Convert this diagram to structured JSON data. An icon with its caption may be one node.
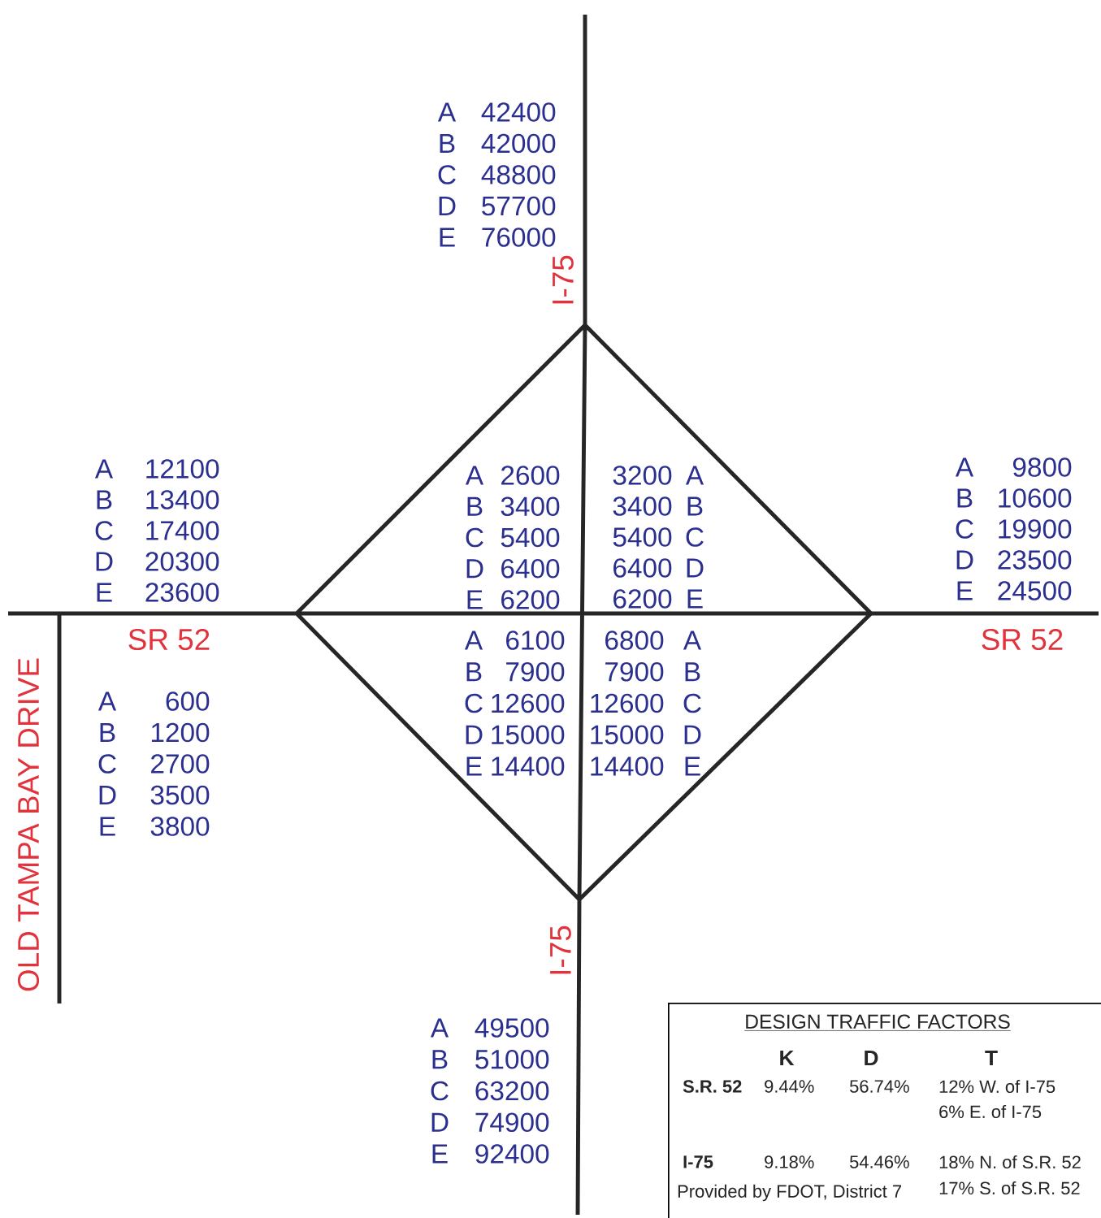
{
  "diagram": {
    "nodes": [
      {
        "text": [
          "DESIGN TRAFFIC FACTORS",
          "K",
          "D",
          "T",
          "S.R. 52",
          "9.44%",
          "56.74%",
          "12% W. of I-75",
          "6% E. of I-75",
          "I-75",
          "9.18%",
          "54.46%",
          "18% N. of S.R. 52",
          "Provided by FDOT, District 7",
          "17% S. of S.R. 52"
        ]
      }
    ],
    "edges": [],
    "labels": [
      "A",
      "42400",
      "B",
      "42000",
      "C",
      "48800",
      "D",
      "57700",
      "E",
      "76000",
      "I-75",
      "A",
      "12100",
      "B",
      "13400",
      "C",
      "17400",
      "D",
      "20300",
      "E",
      "23600",
      "A",
      "2600",
      "B",
      "3400",
      "C",
      "5400",
      "D",
      "6400",
      "E",
      "6200",
      "3200",
      "A",
      "3400",
      "B",
      "5400",
      "C",
      "6400",
      "D",
      "6200",
      "E",
      "A",
      "9800",
      "B",
      "10600",
      "C",
      "19900",
      "D",
      "23500",
      "E",
      "24500",
      "SR 52",
      "A",
      "6100",
      "B",
      "7900",
      "C",
      "12600",
      "D",
      "15000",
      "E",
      "14400",
      "6800",
      "A",
      "7900",
      "B",
      "12600",
      "C",
      "15000",
      "D",
      "14400",
      "E",
      "SR 52",
      "A",
      "600",
      "B",
      "1200",
      "C",
      "2700",
      "D",
      "3500",
      "E",
      "3800",
      "OLD  TAMPA BAY DRIVE",
      "I-75",
      "A",
      "49500",
      "B",
      "51000",
      "C",
      "63200",
      "D",
      "74900",
      "E",
      "92400"
    ]
  }
}
